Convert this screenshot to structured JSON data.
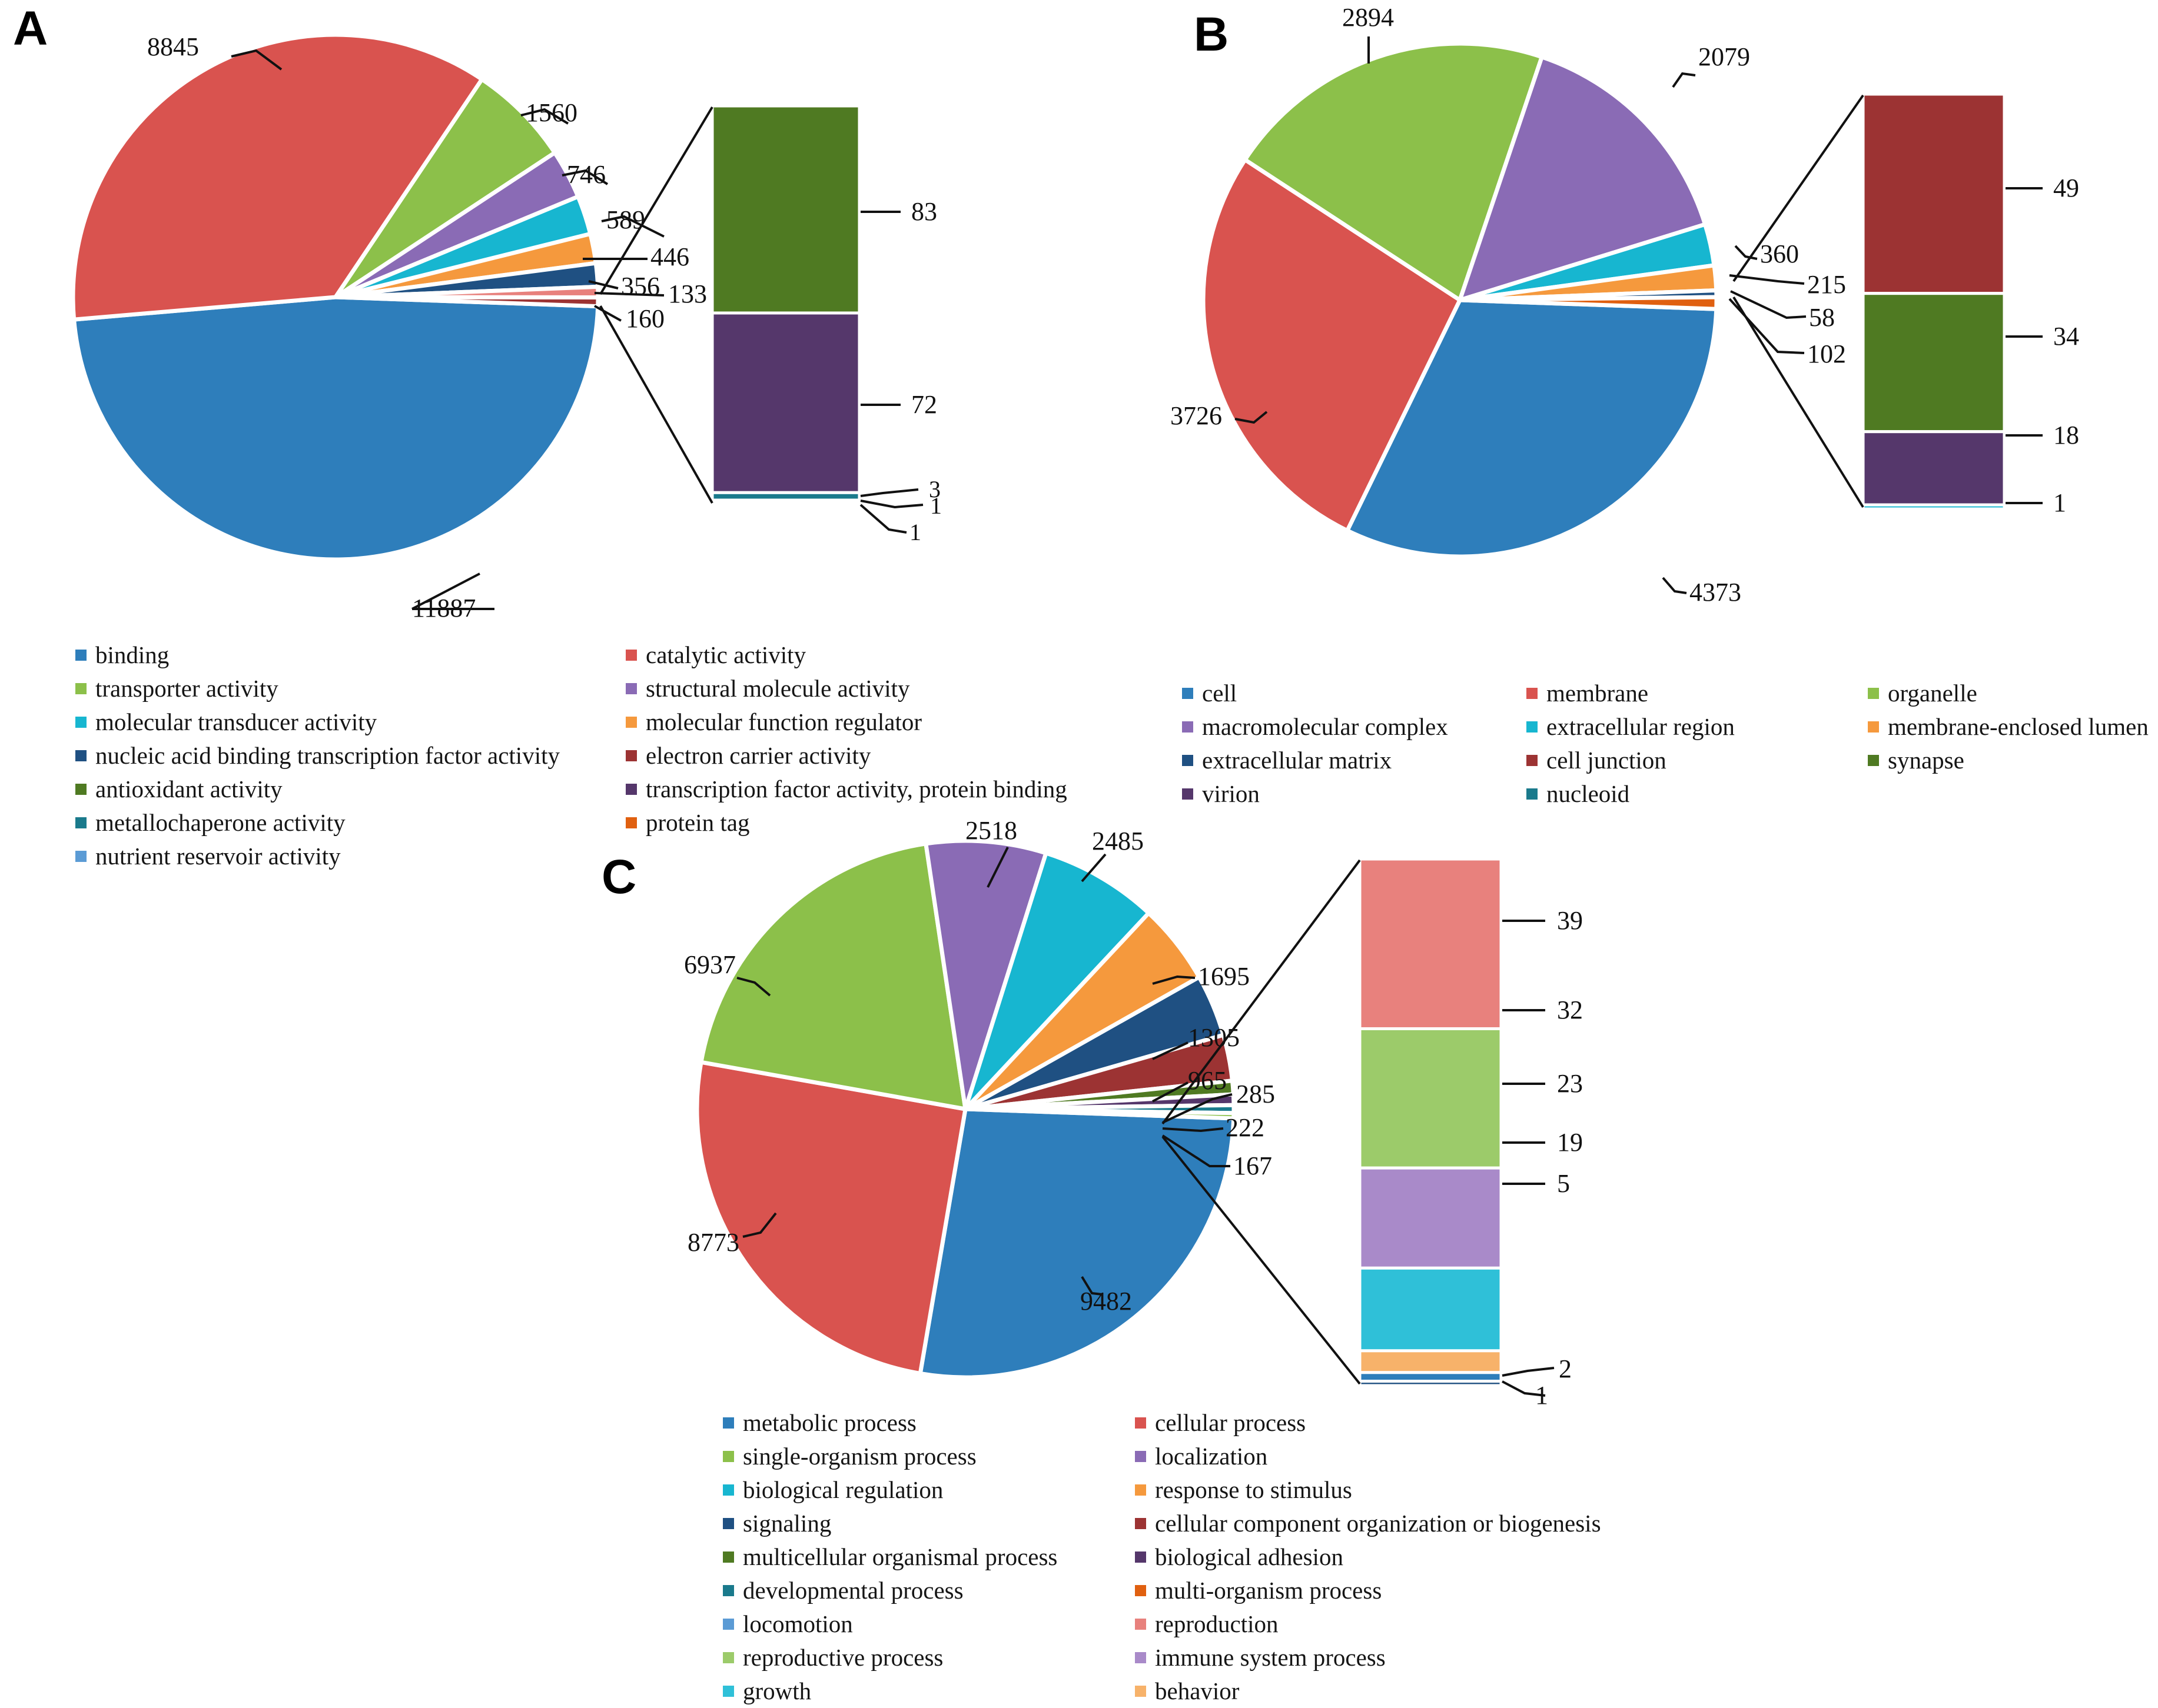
{
  "figure": {
    "panels": [
      "A",
      "B",
      "C"
    ],
    "type": "gene-ontology-pie-charts"
  },
  "panelA": {
    "letter": "A",
    "chart_data": {
      "type": "pie",
      "title": "",
      "categories": [
        "binding",
        "catalytic activity",
        "transporter activity",
        "structural molecule activity",
        "molecular transducer activity",
        "molecular function regulator",
        "nucleic acid binding transcription factor activity",
        "electron carrier activity",
        "antioxidant activity",
        "transcription factor activity, protein binding",
        "metallochaperone activity",
        "protein tag",
        "nutrient reservoir activity"
      ],
      "values": [
        11887,
        8845,
        1560,
        746,
        589,
        446,
        356,
        160,
        133,
        83,
        72,
        3,
        1
      ],
      "colors": [
        "#2e7ebb",
        "#d9534f",
        "#8cc04a",
        "#8a6bb5",
        "#17b6d0",
        "#f5993d",
        "#1f5082",
        "#e8817d",
        "#4f7a22",
        "#55376b",
        "#1a7a8c",
        "#e06010",
        "#5b9bd5"
      ],
      "legend_position": "bottom"
    },
    "labels": [
      "8845",
      "1560",
      "746",
      "589",
      "446",
      "356",
      "133",
      "160",
      "11887"
    ],
    "inset": {
      "type": "stacked-bar",
      "values": [
        83,
        72,
        3,
        1,
        1
      ],
      "labels": [
        "83",
        "72",
        "3",
        "1",
        "1"
      ],
      "colors": [
        "#4f7a22",
        "#55376b",
        "#1a7a8c",
        "#5b9bd5",
        "#e06010"
      ]
    },
    "legend": {
      "col1": [
        {
          "label": "binding",
          "color": "#2e7ebb"
        },
        {
          "label": "transporter activity",
          "color": "#8cc04a"
        },
        {
          "label": "molecular transducer activity",
          "color": "#17b6d0"
        },
        {
          "label": "nucleic acid binding transcription factor activity",
          "color": "#1f5082"
        },
        {
          "label": "antioxidant activity",
          "color": "#4f7a22"
        },
        {
          "label": "metallochaperone activity",
          "color": "#1a7a8c"
        },
        {
          "label": "nutrient reservoir activity",
          "color": "#5b9bd5"
        }
      ],
      "col2": [
        {
          "label": "catalytic activity",
          "color": "#d9534f"
        },
        {
          "label": "structural molecule activity",
          "color": "#8a6bb5"
        },
        {
          "label": "molecular function regulator",
          "color": "#f5993d"
        },
        {
          "label": "electron carrier activity",
          "color": "#9c3333"
        },
        {
          "label": "transcription factor activity, protein binding",
          "color": "#55376b"
        },
        {
          "label": "protein tag",
          "color": "#e06010"
        }
      ]
    }
  },
  "panelB": {
    "letter": "B",
    "chart_data": {
      "type": "pie",
      "title": "",
      "categories": [
        "cell",
        "membrane",
        "organelle",
        "macromolecular complex",
        "extracellular region",
        "membrane-enclosed lumen",
        "cell junction",
        "synapse",
        "virion",
        "extracellular matrix",
        "nucleoid"
      ],
      "values": [
        4373,
        3726,
        2894,
        2079,
        360,
        215,
        102,
        58,
        49,
        34,
        18,
        1
      ],
      "colors": [
        "#2e7ebb",
        "#d9534f",
        "#8cc04a",
        "#8a6bb5",
        "#17b6d0",
        "#f5993d",
        "#e06010",
        "#1f5082",
        "#9c3333",
        "#4f7a22",
        "#55376b",
        "#1a7a8c"
      ],
      "legend_position": "bottom"
    },
    "labels": [
      "2894",
      "2079",
      "3726",
      "360",
      "215",
      "58",
      "102",
      "4373"
    ],
    "inset": {
      "type": "stacked-bar",
      "values": [
        49,
        34,
        18,
        1
      ],
      "labels": [
        "49",
        "34",
        "18",
        "1"
      ],
      "colors": [
        "#9c3333",
        "#4f7a22",
        "#55376b",
        "#17b6d0"
      ]
    },
    "legend": {
      "col1": [
        {
          "label": "cell",
          "color": "#2e7ebb"
        },
        {
          "label": "macromolecular complex",
          "color": "#8a6bb5"
        },
        {
          "label": "extracellular matrix",
          "color": "#1f5082"
        },
        {
          "label": "virion",
          "color": "#55376b"
        }
      ],
      "col2": [
        {
          "label": "membrane",
          "color": "#d9534f"
        },
        {
          "label": "extracellular region",
          "color": "#17b6d0"
        },
        {
          "label": "cell junction",
          "color": "#9c3333"
        },
        {
          "label": "nucleoid",
          "color": "#1a7a8c"
        }
      ],
      "col3": [
        {
          "label": "organelle",
          "color": "#8cc04a"
        },
        {
          "label": "membrane-enclosed lumen",
          "color": "#f5993d"
        },
        {
          "label": "synapse",
          "color": "#4f7a22"
        }
      ]
    }
  },
  "panelC": {
    "letter": "C",
    "chart_data": {
      "type": "pie",
      "title": "",
      "categories": [
        "metabolic process",
        "cellular process",
        "single-organism process",
        "localization",
        "biological regulation",
        "response to stimulus",
        "signaling",
        "cellular component organization or biogenesis",
        "multicellular organismal process",
        "biological adhesion",
        "developmental process",
        "multi-organism process",
        "locomotion",
        "reproduction",
        "reproductive process",
        "immune system process",
        "growth",
        "behavior"
      ],
      "values": [
        9482,
        8773,
        6937,
        2518,
        2485,
        1695,
        1305,
        965,
        285,
        222,
        167,
        39,
        32,
        23,
        19,
        5,
        2,
        1
      ],
      "colors": [
        "#2e7ebb",
        "#d9534f",
        "#8cc04a",
        "#8a6bb5",
        "#17b6d0",
        "#f5993d",
        "#1f5082",
        "#9c3333",
        "#4f7a22",
        "#55376b",
        "#1a7a8c",
        "#e06010",
        "#5b9bd5",
        "#e8817d",
        "#8cc04a",
        "#a98ac9",
        "#2fc0d8",
        "#f7b26a"
      ],
      "legend_position": "bottom"
    },
    "labels": [
      "2518",
      "2485",
      "6937",
      "1695",
      "1305",
      "965",
      "285",
      "222",
      "167",
      "8773",
      "9482"
    ],
    "inset": {
      "type": "stacked-bar",
      "values": [
        39,
        32,
        23,
        19,
        5,
        2,
        1
      ],
      "labels": [
        "39",
        "32",
        "23",
        "19",
        "5",
        "2",
        "1"
      ],
      "colors": [
        "#e8817d",
        "#9ccb6a",
        "#a98ac9",
        "#2fc0d8",
        "#f7b26a",
        "#2e7ebb",
        "#1f5082"
      ]
    },
    "legend": {
      "col1": [
        {
          "label": "metabolic process",
          "color": "#2e7ebb"
        },
        {
          "label": "single-organism process",
          "color": "#8cc04a"
        },
        {
          "label": "biological regulation",
          "color": "#17b6d0"
        },
        {
          "label": "signaling",
          "color": "#1f5082"
        },
        {
          "label": "multicellular organismal process",
          "color": "#4f7a22"
        },
        {
          "label": "developmental process",
          "color": "#1a7a8c"
        },
        {
          "label": "locomotion",
          "color": "#5b9bd5"
        },
        {
          "label": "reproductive process",
          "color": "#9ccb6a"
        },
        {
          "label": "growth",
          "color": "#2fc0d8"
        }
      ],
      "col2": [
        {
          "label": "cellular process",
          "color": "#d9534f"
        },
        {
          "label": "localization",
          "color": "#8a6bb5"
        },
        {
          "label": "response to stimulus",
          "color": "#f5993d"
        },
        {
          "label": "cellular component organization or biogenesis",
          "color": "#9c3333"
        },
        {
          "label": "biological adhesion",
          "color": "#55376b"
        },
        {
          "label": "multi-organism process",
          "color": "#e06010"
        },
        {
          "label": "reproduction",
          "color": "#e8817d"
        },
        {
          "label": "immune system process",
          "color": "#a98ac9"
        },
        {
          "label": "behavior",
          "color": "#f7b26a"
        }
      ]
    }
  }
}
